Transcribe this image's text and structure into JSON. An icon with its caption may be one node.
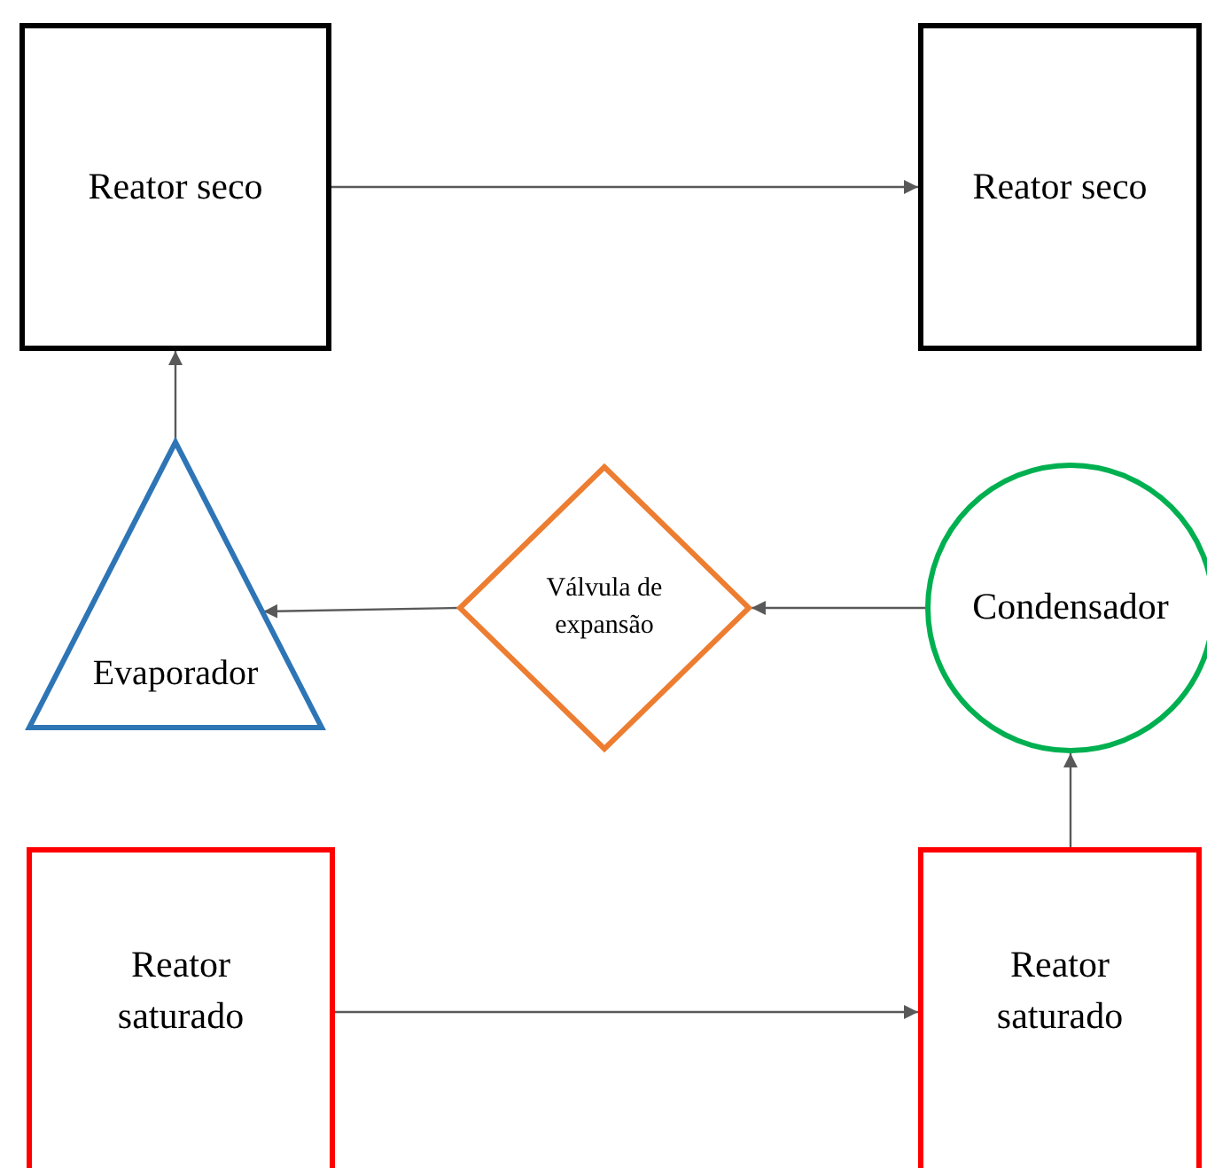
{
  "diagram": {
    "nodes": [
      {
        "text": [
          "Reator seco"
        ]
      },
      {
        "text": [
          "Reator seco"
        ]
      },
      {
        "text": [
          "Evaporador"
        ]
      },
      {
        "text": [
          "Válvula de expansão"
        ]
      },
      {
        "text": [
          "Condensador"
        ]
      },
      {
        "text": [
          "Reator saturado"
        ]
      },
      {
        "text": [
          "Reator saturado"
        ]
      }
    ],
    "edges": [
      {
        "from": 0,
        "to": 1,
        "arrow": "to"
      },
      {
        "from": 2,
        "to": 0,
        "arrow": "to"
      },
      {
        "from": 3,
        "to": 2,
        "arrow": "to"
      },
      {
        "from": 4,
        "to": 3,
        "arrow": "to"
      },
      {
        "from": 5,
        "to": 6,
        "arrow": "to"
      },
      {
        "from": 6,
        "to": 4,
        "arrow": "to"
      }
    ]
  }
}
